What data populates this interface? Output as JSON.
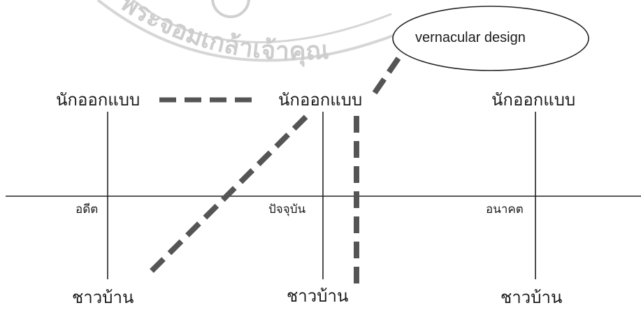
{
  "watermark": {
    "text": "พระจอมเกล้าเจ้าคุณ",
    "color": "#cfcfcf"
  },
  "callout": {
    "text": "vernacular design"
  },
  "columns": [
    {
      "top_label": "นักออกแบบ",
      "time_label": "อดีต",
      "bottom_label": "ชาวบ้าน"
    },
    {
      "top_label": "นักออกแบบ",
      "time_label": "ปัจจุบัน",
      "bottom_label": "ชาวบ้าน"
    },
    {
      "top_label": "นักออกแบบ",
      "time_label": "อนาคต",
      "bottom_label": "ชาวบ้าน"
    }
  ],
  "colors": {
    "axis": "#222222",
    "dash": "#555555",
    "text": "#1a1a1a"
  }
}
